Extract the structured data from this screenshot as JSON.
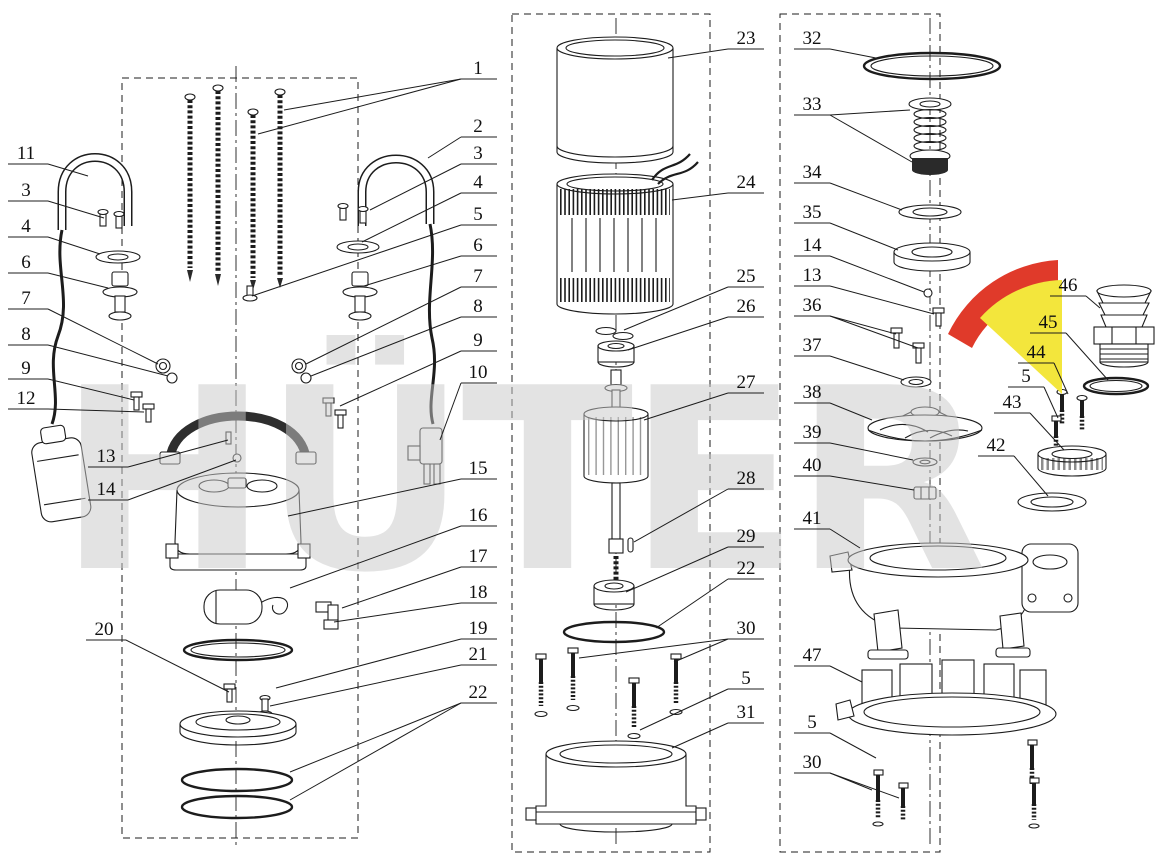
{
  "watermark": {
    "text": "HÜTER",
    "color": "#c9c9c9"
  },
  "brand": {
    "yellow": "#f3e63c",
    "red": "#e03a2a"
  },
  "callouts": [
    {
      "n": "11",
      "t": [
        26,
        153
      ],
      "u": [
        8,
        48
      ],
      "to": [
        [
          88,
          176
        ]
      ]
    },
    {
      "n": "3",
      "t": [
        26,
        190
      ],
      "u": [
        8,
        48
      ],
      "to": [
        [
          104,
          218
        ]
      ]
    },
    {
      "n": "4",
      "t": [
        26,
        226
      ],
      "u": [
        8,
        48
      ],
      "to": [
        [
          100,
          254
        ]
      ]
    },
    {
      "n": "6",
      "t": [
        26,
        262
      ],
      "u": [
        8,
        48
      ],
      "to": [
        [
          108,
          288
        ]
      ]
    },
    {
      "n": "7",
      "t": [
        26,
        298
      ],
      "u": [
        8,
        48
      ],
      "to": [
        [
          158,
          364
        ]
      ]
    },
    {
      "n": "8",
      "t": [
        26,
        334
      ],
      "u": [
        8,
        48
      ],
      "to": [
        [
          168,
          376
        ]
      ]
    },
    {
      "n": "9",
      "t": [
        26,
        368
      ],
      "u": [
        8,
        48
      ],
      "to": [
        [
          134,
          400
        ]
      ]
    },
    {
      "n": "12",
      "t": [
        26,
        398
      ],
      "u": [
        8,
        48
      ],
      "to": [
        [
          144,
          412
        ]
      ]
    },
    {
      "n": "13",
      "t": [
        106,
        456
      ],
      "u": [
        88,
        128
      ],
      "to": [
        [
          228,
          440
        ]
      ]
    },
    {
      "n": "14",
      "t": [
        106,
        489
      ],
      "u": [
        88,
        128
      ],
      "to": [
        [
          236,
          460
        ]
      ]
    },
    {
      "n": "20",
      "t": [
        104,
        629
      ],
      "u": [
        86,
        126
      ],
      "to": [
        [
          229,
          692
        ]
      ]
    },
    {
      "n": "1",
      "t": [
        478,
        68
      ],
      "u": [
        461,
        497
      ],
      "to": [
        [
          284,
          110
        ],
        [
          258,
          134
        ]
      ]
    },
    {
      "n": "2",
      "t": [
        478,
        126
      ],
      "u": [
        461,
        497
      ],
      "to": [
        [
          428,
          158
        ]
      ]
    },
    {
      "n": "3",
      "t": [
        478,
        153
      ],
      "u": [
        461,
        497
      ],
      "to": [
        [
          370,
          210
        ]
      ]
    },
    {
      "n": "4",
      "t": [
        478,
        182
      ],
      "u": [
        461,
        497
      ],
      "to": [
        [
          362,
          242
        ]
      ]
    },
    {
      "n": "5",
      "t": [
        478,
        214
      ],
      "u": [
        461,
        497
      ],
      "to": [
        [
          252,
          296
        ]
      ]
    },
    {
      "n": "6",
      "t": [
        478,
        245
      ],
      "u": [
        461,
        497
      ],
      "to": [
        [
          364,
          286
        ]
      ]
    },
    {
      "n": "7",
      "t": [
        478,
        276
      ],
      "u": [
        461,
        497
      ],
      "to": [
        [
          306,
          364
        ]
      ]
    },
    {
      "n": "8",
      "t": [
        478,
        306
      ],
      "u": [
        461,
        497
      ],
      "to": [
        [
          311,
          376
        ]
      ]
    },
    {
      "n": "9",
      "t": [
        478,
        340
      ],
      "u": [
        461,
        497
      ],
      "to": [
        [
          340,
          406
        ]
      ]
    },
    {
      "n": "10",
      "t": [
        478,
        372
      ],
      "u": [
        461,
        497
      ],
      "to": [
        [
          440,
          440
        ]
      ]
    },
    {
      "n": "15",
      "t": [
        478,
        468
      ],
      "u": [
        461,
        497
      ],
      "to": [
        [
          288,
          516
        ]
      ]
    },
    {
      "n": "16",
      "t": [
        478,
        515
      ],
      "u": [
        461,
        497
      ],
      "to": [
        [
          290,
          588
        ]
      ]
    },
    {
      "n": "17",
      "t": [
        478,
        556
      ],
      "u": [
        461,
        497
      ],
      "to": [
        [
          342,
          608
        ]
      ]
    },
    {
      "n": "18",
      "t": [
        478,
        592
      ],
      "u": [
        461,
        497
      ],
      "to": [
        [
          334,
          622
        ]
      ]
    },
    {
      "n": "19",
      "t": [
        478,
        628
      ],
      "u": [
        461,
        497
      ],
      "to": [
        [
          276,
          688
        ]
      ]
    },
    {
      "n": "21",
      "t": [
        478,
        654
      ],
      "u": [
        461,
        497
      ],
      "to": [
        [
          270,
          706
        ]
      ]
    },
    {
      "n": "22",
      "t": [
        478,
        692
      ],
      "u": [
        461,
        497
      ],
      "to": [
        [
          290,
          772
        ],
        [
          290,
          800
        ]
      ]
    },
    {
      "n": "23",
      "t": [
        746,
        38
      ],
      "u": [
        728,
        764
      ],
      "to": [
        [
          668,
          58
        ]
      ]
    },
    {
      "n": "24",
      "t": [
        746,
        182
      ],
      "u": [
        728,
        764
      ],
      "to": [
        [
          672,
          200
        ]
      ]
    },
    {
      "n": "25",
      "t": [
        746,
        276
      ],
      "u": [
        728,
        764
      ],
      "to": [
        [
          624,
          330
        ]
      ]
    },
    {
      "n": "26",
      "t": [
        746,
        306
      ],
      "u": [
        728,
        764
      ],
      "to": [
        [
          628,
          350
        ]
      ]
    },
    {
      "n": "27",
      "t": [
        746,
        382
      ],
      "u": [
        728,
        764
      ],
      "to": [
        [
          644,
          420
        ]
      ]
    },
    {
      "n": "28",
      "t": [
        746,
        478
      ],
      "u": [
        728,
        764
      ],
      "to": [
        [
          634,
          542
        ]
      ]
    },
    {
      "n": "29",
      "t": [
        746,
        536
      ],
      "u": [
        728,
        764
      ],
      "to": [
        [
          626,
          592
        ]
      ]
    },
    {
      "n": "22",
      "t": [
        746,
        568
      ],
      "u": [
        728,
        764
      ],
      "to": [
        [
          656,
          628
        ]
      ]
    },
    {
      "n": "30",
      "t": [
        746,
        628
      ],
      "u": [
        728,
        764
      ],
      "to": [
        [
          579,
          658
        ],
        [
          674,
          662
        ]
      ]
    },
    {
      "n": "5",
      "t": [
        746,
        678
      ],
      "u": [
        728,
        764
      ],
      "to": [
        [
          640,
          730
        ]
      ]
    },
    {
      "n": "31",
      "t": [
        746,
        712
      ],
      "u": [
        728,
        764
      ],
      "to": [
        [
          672,
          748
        ]
      ]
    },
    {
      "n": "32",
      "t": [
        812,
        38
      ],
      "u": [
        794,
        830
      ],
      "to": [
        [
          876,
          58
        ]
      ]
    },
    {
      "n": "33",
      "t": [
        812,
        104
      ],
      "u": [
        794,
        830
      ],
      "to": [
        [
          910,
          110
        ],
        [
          912,
          162
        ]
      ]
    },
    {
      "n": "34",
      "t": [
        812,
        172
      ],
      "u": [
        794,
        830
      ],
      "to": [
        [
          902,
          210
        ]
      ]
    },
    {
      "n": "35",
      "t": [
        812,
        212
      ],
      "u": [
        794,
        830
      ],
      "to": [
        [
          898,
          250
        ]
      ]
    },
    {
      "n": "14",
      "t": [
        812,
        245
      ],
      "u": [
        794,
        830
      ],
      "to": [
        [
          924,
          292
        ]
      ]
    },
    {
      "n": "13",
      "t": [
        812,
        275
      ],
      "u": [
        794,
        830
      ],
      "to": [
        [
          934,
          314
        ]
      ]
    },
    {
      "n": "36",
      "t": [
        812,
        305
      ],
      "u": [
        794,
        830
      ],
      "to": [
        [
          896,
          334
        ],
        [
          918,
          348
        ]
      ]
    },
    {
      "n": "37",
      "t": [
        812,
        345
      ],
      "u": [
        794,
        830
      ],
      "to": [
        [
          904,
          380
        ]
      ]
    },
    {
      "n": "38",
      "t": [
        812,
        392
      ],
      "u": [
        794,
        830
      ],
      "to": [
        [
          872,
          420
        ]
      ]
    },
    {
      "n": "39",
      "t": [
        812,
        432
      ],
      "u": [
        794,
        830
      ],
      "to": [
        [
          913,
          460
        ]
      ]
    },
    {
      "n": "40",
      "t": [
        812,
        465
      ],
      "u": [
        794,
        830
      ],
      "to": [
        [
          914,
          490
        ]
      ]
    },
    {
      "n": "41",
      "t": [
        812,
        518
      ],
      "u": [
        794,
        830
      ],
      "to": [
        [
          860,
          548
        ]
      ]
    },
    {
      "n": "47",
      "t": [
        812,
        655
      ],
      "u": [
        794,
        830
      ],
      "to": [
        [
          862,
          682
        ]
      ]
    },
    {
      "n": "5",
      "t": [
        812,
        722
      ],
      "u": [
        794,
        830
      ],
      "to": [
        [
          876,
          758
        ]
      ]
    },
    {
      "n": "30",
      "t": [
        812,
        762
      ],
      "u": [
        794,
        830
      ],
      "to": [
        [
          872,
          790
        ],
        [
          899,
          798
        ]
      ]
    },
    {
      "n": "46",
      "t": [
        1068,
        285
      ],
      "u": [
        1050,
        1086
      ],
      "to": [
        [
          1100,
          308
        ]
      ]
    },
    {
      "n": "45",
      "t": [
        1048,
        322
      ],
      "u": [
        1030,
        1066
      ],
      "to": [
        [
          1108,
          380
        ]
      ]
    },
    {
      "n": "44",
      "t": [
        1036,
        352
      ],
      "u": [
        1018,
        1054
      ],
      "to": [
        [
          1068,
          394
        ]
      ]
    },
    {
      "n": "5",
      "t": [
        1026,
        376
      ],
      "u": [
        1008,
        1044
      ],
      "to": [
        [
          1058,
          418
        ]
      ]
    },
    {
      "n": "43",
      "t": [
        1012,
        402
      ],
      "u": [
        994,
        1030
      ],
      "to": [
        [
          1064,
          450
        ]
      ]
    },
    {
      "n": "42",
      "t": [
        996,
        445
      ],
      "u": [
        978,
        1014
      ],
      "to": [
        [
          1048,
          496
        ]
      ]
    }
  ]
}
